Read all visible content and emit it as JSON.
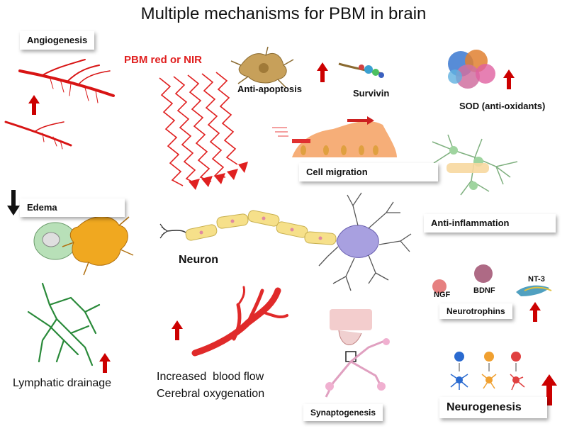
{
  "title": "Multiple mechanisms for PBM in brain",
  "pbm_label": "PBM red or NIR",
  "center_label": "Neuron",
  "mechanisms": {
    "angiogenesis": "Angiogenesis",
    "anti_apoptosis": "Anti-apoptosis",
    "survivin": "Survivin",
    "sod": "SOD (anti-oxidants)",
    "cell_migration": "Cell migration",
    "anti_inflammation": "Anti-inflammation",
    "edema": "Edema",
    "neurotrophins": "Neurotrophins",
    "ngf": "NGF",
    "bdnf": "BDNF",
    "nt3": "NT-3",
    "lymphatic": "Lymphatic drainage",
    "blood_flow_1": "Increased  blood flow",
    "blood_flow_2": "Cerebral oxygenation",
    "synaptogenesis": "Synaptogenesis",
    "neurogenesis": "Neurogenesis"
  },
  "colors": {
    "arrow_up": "#cc0000",
    "arrow_down": "#111111",
    "pbm": "#e02020"
  }
}
